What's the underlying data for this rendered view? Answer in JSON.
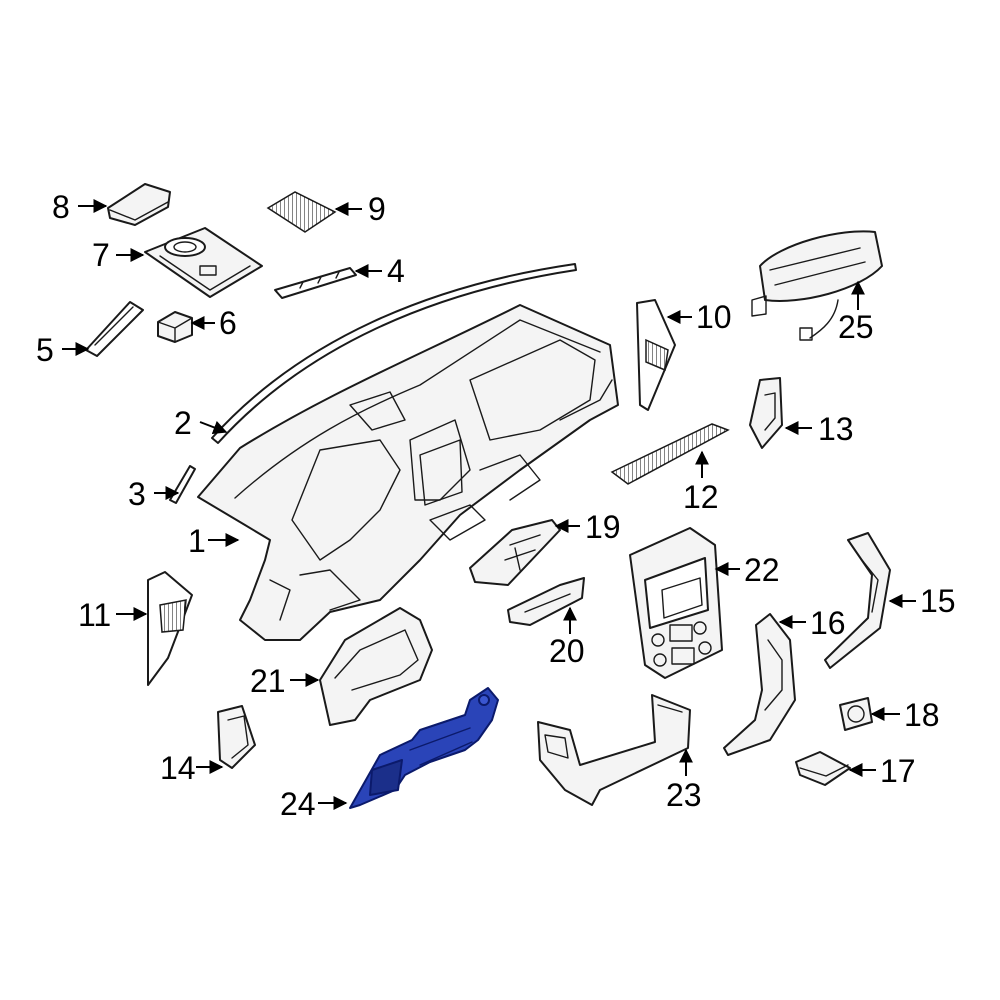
{
  "colors": {
    "background": "#ffffff",
    "line": "#1a1a1a",
    "part_fill": "#f4f4f4",
    "highlight": "#2a44b8",
    "highlight_dark": "#0b1a6b"
  },
  "highlighted_part": "24",
  "callouts": {
    "c1": "1",
    "c2": "2",
    "c3": "3",
    "c4": "4",
    "c5": "5",
    "c6": "6",
    "c7": "7",
    "c8": "8",
    "c9": "9",
    "c10": "10",
    "c11": "11",
    "c12": "12",
    "c13": "13",
    "c14": "14",
    "c15": "15",
    "c16": "16",
    "c17": "17",
    "c18": "18",
    "c19": "19",
    "c20": "20",
    "c21": "21",
    "c22": "22",
    "c23": "23",
    "c24": "24",
    "c25": "25"
  }
}
